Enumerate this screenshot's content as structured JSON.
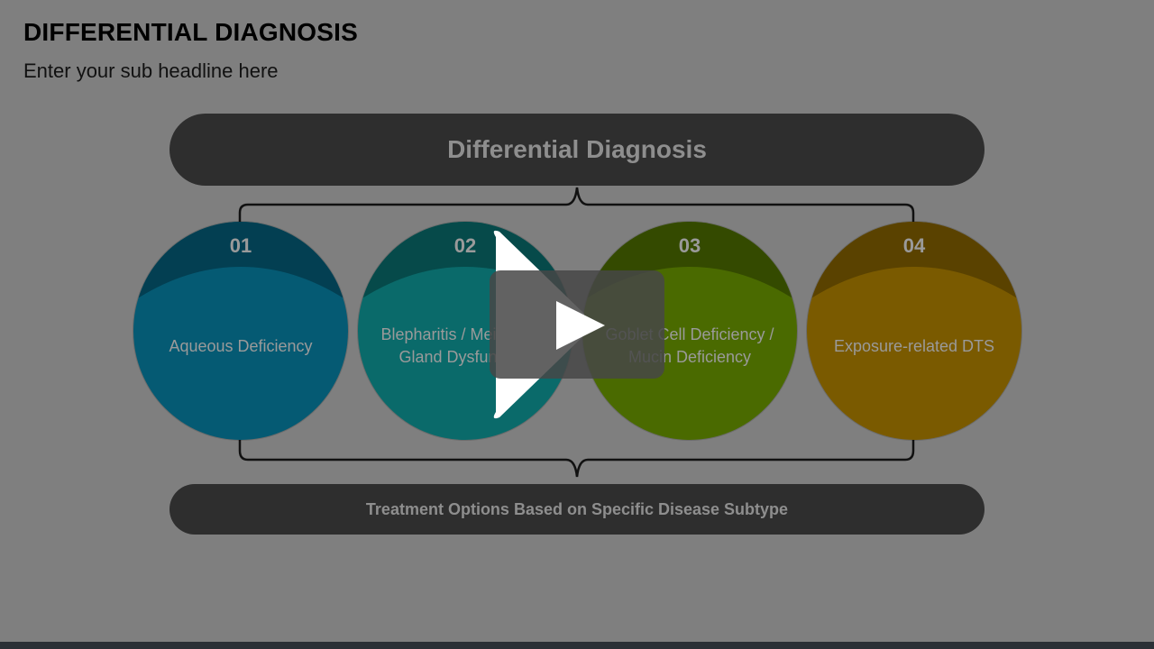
{
  "slide": {
    "title": "DIFFERENTIAL DIAGNOSIS",
    "subtitle": "Enter your sub headline here"
  },
  "top_pill": {
    "label": "Differential Diagnosis"
  },
  "bottom_pill": {
    "label": "Treatment Options Based on Specific Disease Subtype"
  },
  "items": [
    {
      "number": "01",
      "label": "Aqueous Deficiency",
      "color": "#055a73"
    },
    {
      "number": "02",
      "label": "Blepharitis / Meibomian Gland Dysfunction",
      "color": "#0a6a6a"
    },
    {
      "number": "03",
      "label": "Goblet Cell Deficiency / Mucin Deficiency",
      "color": "#4a6a00"
    },
    {
      "number": "04",
      "label": "Exposure-related DTS",
      "color": "#7a5a00"
    }
  ],
  "video": {
    "play_icon": "play-icon"
  },
  "colors": {
    "background": "#7f7f7f",
    "pill": "#2e2e2e"
  }
}
